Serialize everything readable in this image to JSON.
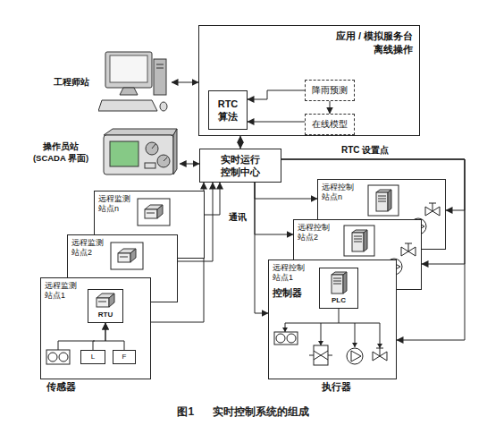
{
  "diagram": {
    "caption": "图1 实时控制系统的组成",
    "nodes": [
      {
        "text": [
          "应用 / 模拟服务台 离线操作"
        ]
      },
      {
        "text": [
          "RTC 算法"
        ],
        "in": 0
      },
      {
        "text": [
          "降雨预测"
        ],
        "in": 0
      },
      {
        "text": [
          "在线模型"
        ],
        "in": 0
      },
      {
        "text": [
          "工程师站"
        ]
      },
      {
        "text": [
          "操作员站 (SCADA 界面)"
        ]
      },
      {
        "text": [
          "实时运行 控制中心"
        ]
      },
      {
        "text": [
          "远程监测 站点n"
        ]
      },
      {
        "text": [
          "远程监测 站点2"
        ]
      },
      {
        "text": [
          "远程监测 站点1"
        ]
      },
      {
        "text": [
          "RTU"
        ],
        "in": 9
      },
      {
        "text": [
          "L"
        ],
        "in": 9
      },
      {
        "text": [
          "F"
        ],
        "in": 9
      },
      {
        "text": [
          "远程控制 站点n"
        ]
      },
      {
        "text": [
          "远程控制 站点2"
        ]
      },
      {
        "text": [
          "远程控制 站点1",
          "控制器"
        ]
      },
      {
        "text": [
          "PLC"
        ],
        "in": 15
      }
    ],
    "edges": [
      {
        "from": 4,
        "to": 0,
        "arrow": "both"
      },
      {
        "from": 5,
        "to": 6,
        "arrow": "both"
      },
      {
        "from": 6,
        "to": 0,
        "arrow": "both"
      },
      {
        "from": 2,
        "to": 1,
        "arrow": "to"
      },
      {
        "from": 2,
        "to": 3,
        "arrow": "to"
      },
      {
        "from": 3,
        "to": 1,
        "arrow": "to"
      },
      {
        "from": 7,
        "to": 6,
        "arrow": "to"
      },
      {
        "from": 8,
        "to": 6,
        "arrow": "to"
      },
      {
        "from": 9,
        "to": 6,
        "arrow": "to"
      },
      {
        "from": 11,
        "to": 10,
        "arrow": "to"
      },
      {
        "from": 12,
        "to": 10,
        "arrow": "to"
      },
      {
        "from": 6,
        "to": 13,
        "arrow": "to"
      },
      {
        "from": 6,
        "to": 14,
        "label": "通讯",
        "arrow": "to"
      },
      {
        "from": 6,
        "to": 15,
        "arrow": "to"
      },
      {
        "from": 6,
        "to": 13,
        "label": "RTC 设置点",
        "arrow": "to"
      },
      {
        "from": 6,
        "to": 14,
        "arrow": "to"
      },
      {
        "from": 6,
        "to": 15,
        "arrow": "to"
      }
    ],
    "labels": [
      "传感器",
      "执行器"
    ]
  }
}
